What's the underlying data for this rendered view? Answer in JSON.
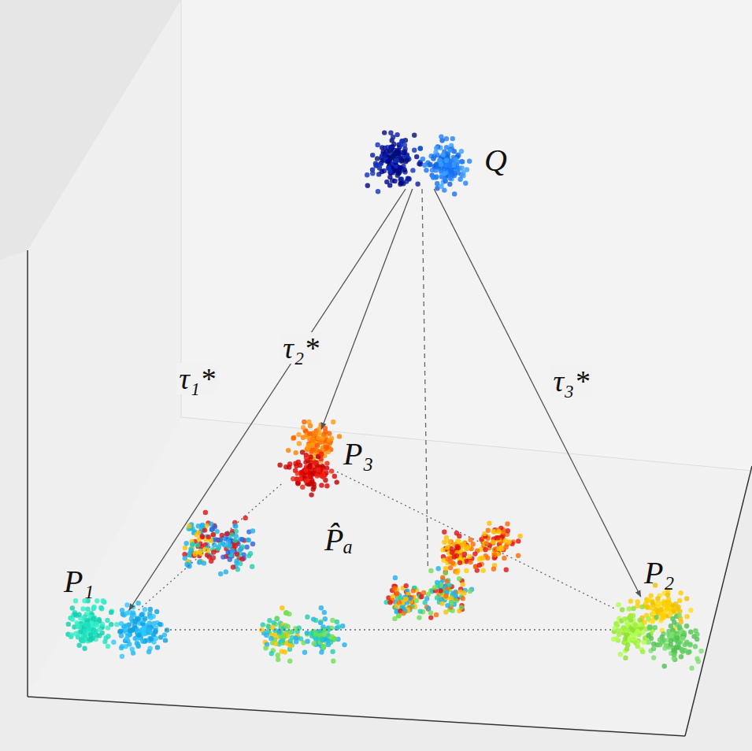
{
  "diagram": {
    "nodes": [
      {
        "text": [
          "Q"
        ]
      },
      {
        "text": [
          "P₃"
        ]
      },
      {
        "text": [
          "P̂ₐ"
        ]
      },
      {
        "text": [
          "P₁"
        ]
      },
      {
        "text": [
          "P₂"
        ]
      }
    ],
    "edges": [
      {
        "from": 0,
        "to": 3,
        "arrow": "to",
        "label": "τ₁*"
      },
      {
        "from": 0,
        "to": 1,
        "arrow": "to",
        "label": "τ₂*"
      },
      {
        "from": 0,
        "to": 4,
        "arrow": "to",
        "label": "τ₃*"
      },
      {
        "from": 0,
        "to": 2,
        "arrow": "none"
      },
      {
        "from": 3,
        "to": 1,
        "arrow": "none"
      },
      {
        "from": 1,
        "to": 4,
        "arrow": "none"
      },
      {
        "from": 3,
        "to": 4,
        "arrow": "none"
      }
    ]
  }
}
